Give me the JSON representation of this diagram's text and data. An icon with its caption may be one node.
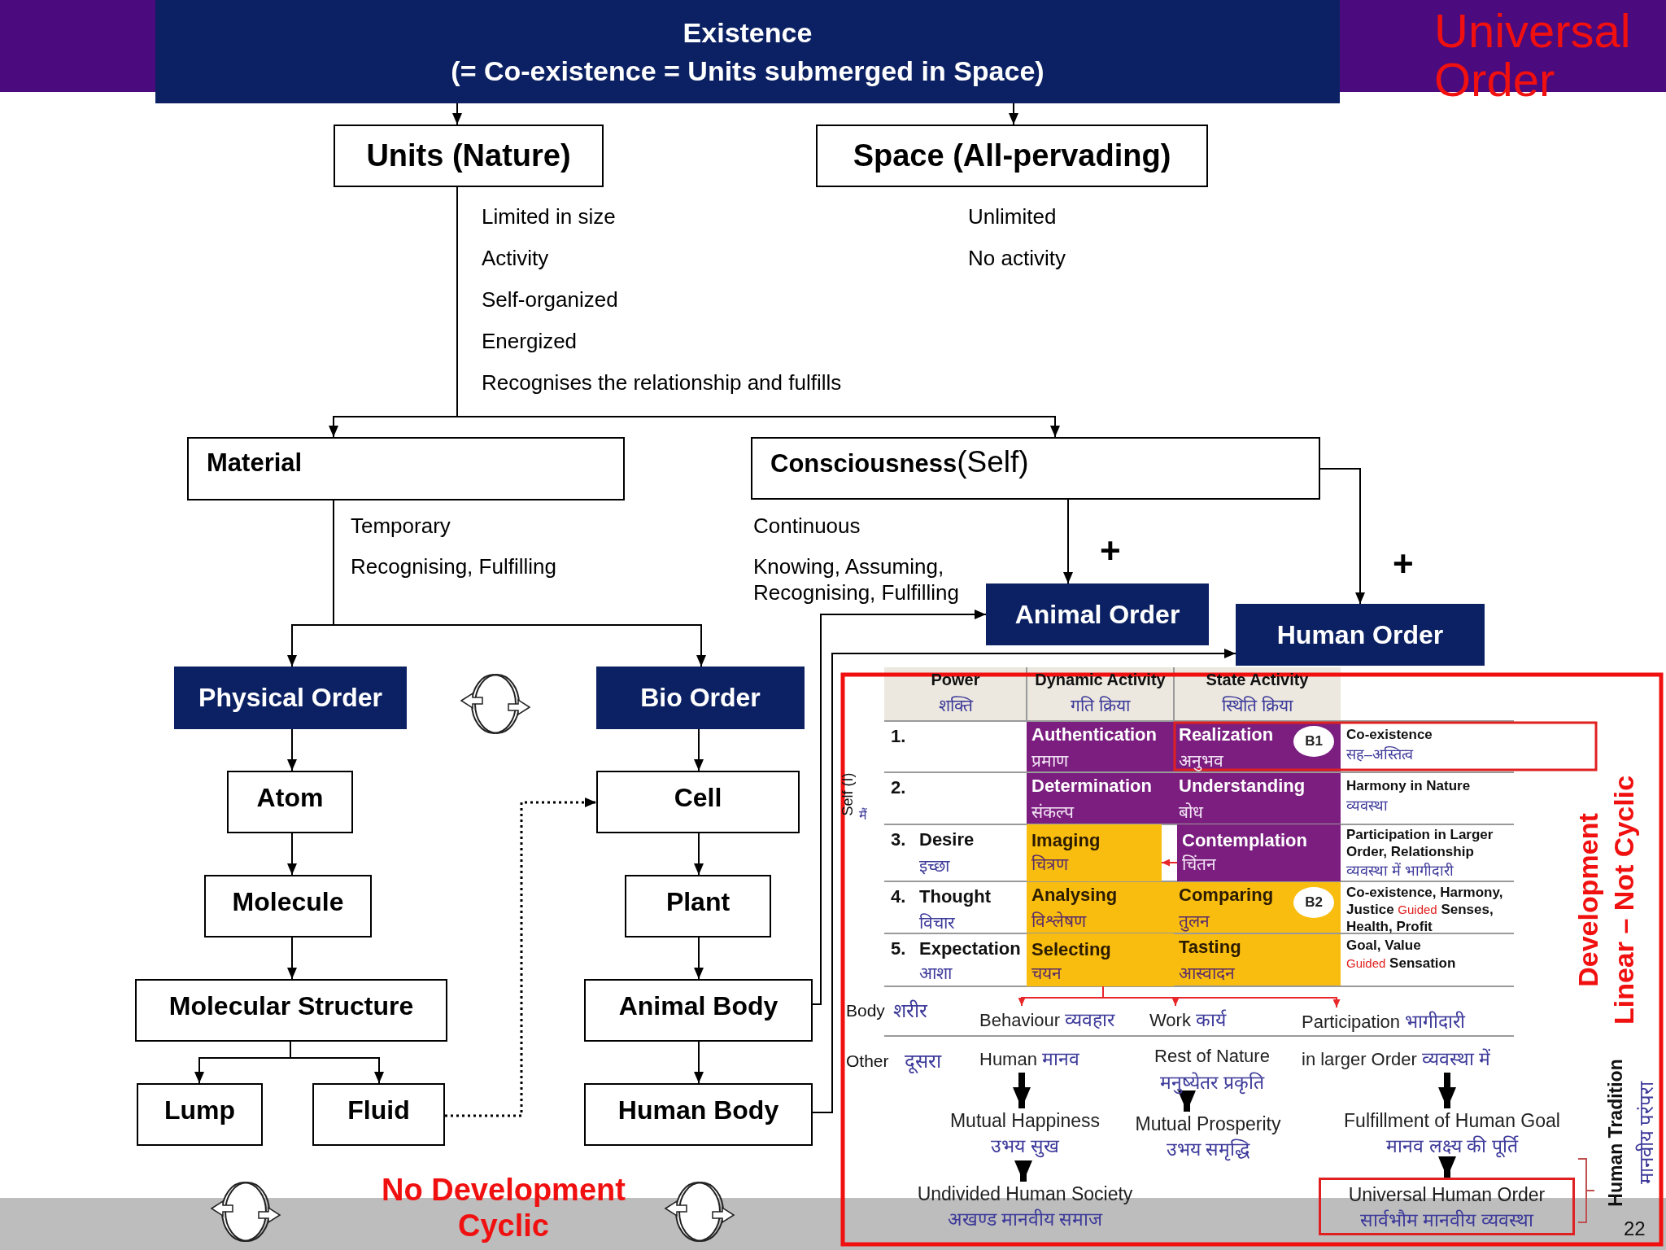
{
  "diagram": {
    "nodes": [
      {
        "text": [
          "Existence",
          "(= Co-existence = Units submerged in Space)"
        ]
      },
      {
        "text": [
          "Units (Nature)"
        ],
        "beside": [
          "Limited in size",
          "Activity",
          "Self-organized",
          "Energized",
          "Recognises the relationship and fulfills"
        ]
      },
      {
        "text": [
          "Space (All-pervading)"
        ],
        "beside": [
          "Unlimited",
          "No activity"
        ]
      },
      {
        "text": [
          "Material"
        ],
        "beside": [
          "Temporary",
          "Recognising, Fulfilling"
        ]
      },
      {
        "text": [
          "**Consciousness**(Self)"
        ],
        "beside": [
          "Continuous",
          "Knowing, Assuming, Recognising, Fulfilling"
        ]
      },
      {
        "text": [
          "Animal Order"
        ],
        "beside": [
          "+"
        ]
      },
      {
        "text": [
          "Human Order"
        ],
        "beside": [
          "+"
        ]
      },
      {
        "text": [
          "Physical Order"
        ]
      },
      {
        "text": [
          "Bio Order"
        ]
      },
      {
        "text": [
          "Atom"
        ]
      },
      {
        "text": [
          "Molecule"
        ]
      },
      {
        "text": [
          "Molecular Structure"
        ]
      },
      {
        "text": [
          "Lump"
        ]
      },
      {
        "text": [
          "Fluid"
        ]
      },
      {
        "text": [
          "Cell"
        ]
      },
      {
        "text": [
          "Plant"
        ]
      },
      {
        "text": [
          "Animal Body"
        ]
      },
      {
        "text": [
          "Human Body"
        ]
      },
      {
        "text": [
          "Imaging",
          "चित्रण"
        ]
      },
      {
        "text": [
          "Contemplation",
          "चिंतन"
        ]
      },
      {
        "text": [
          "Selecting",
          "चयन"
        ]
      },
      {
        "text": [
          "Behaviour",
          "व्यवहार"
        ]
      },
      {
        "text": [
          "Work",
          "कार्य"
        ]
      },
      {
        "text": [
          "Participation",
          "भागीदारी"
        ]
      },
      {
        "text": [
          "Human",
          "मानव"
        ]
      },
      {
        "text": [
          "Rest of Nature",
          "मनुष्येतर प्रकृति"
        ]
      },
      {
        "text": [
          "in larger Order",
          "व्यवस्था में"
        ]
      },
      {
        "text": [
          "Mutual Happiness",
          "उभय सुख"
        ]
      },
      {
        "text": [
          "Mutual Prosperity",
          "उभय समृद्धि"
        ]
      },
      {
        "text": [
          "Fulfillment of Human Goal",
          "मानव लक्ष्य की पूर्ति"
        ]
      },
      {
        "text": [
          "Undivided Human Society",
          "अखण्ड मानवीय समाज"
        ]
      },
      {
        "text": [
          "Universal Human Order",
          "सार्वभौम मानवीय व्यवस्था"
        ]
      }
    ],
    "edges": [
      {
        "from": 0,
        "to": 1,
        "arrow": "to"
      },
      {
        "from": 0,
        "to": 2,
        "arrow": "to"
      },
      {
        "from": 1,
        "to": 3,
        "arrow": "to"
      },
      {
        "from": 1,
        "to": 4,
        "arrow": "to"
      },
      {
        "from": 3,
        "to": 7,
        "arrow": "to"
      },
      {
        "from": 3,
        "to": 8,
        "arrow": "to"
      },
      {
        "from": 4,
        "to": 5,
        "arrow": "to"
      },
      {
        "from": 4,
        "to": 6,
        "arrow": "to"
      },
      {
        "from": 7,
        "to": 9,
        "arrow": "to"
      },
      {
        "from": 9,
        "to": 10,
        "arrow": "to"
      },
      {
        "from": 10,
        "to": 11,
        "arrow": "to"
      },
      {
        "from": 11,
        "to": 12,
        "arrow": "to"
      },
      {
        "from": 11,
        "to": 13,
        "arrow": "to"
      },
      {
        "from": 13,
        "to": 14,
        "arrow": "to",
        "style": "dashed"
      },
      {
        "from": 8,
        "to": 14,
        "arrow": "to"
      },
      {
        "from": 14,
        "to": 15,
        "arrow": "to"
      },
      {
        "from": 15,
        "to": 16,
        "arrow": "to"
      },
      {
        "from": 16,
        "to": 17,
        "arrow": "to"
      },
      {
        "from": 16,
        "to": 5,
        "arrow": "to"
      },
      {
        "from": 17,
        "to": 6,
        "arrow": "to"
      },
      {
        "from": 19,
        "to": 18,
        "arrow": "to",
        "color": "#e8272a"
      },
      {
        "from": 20,
        "to": 21,
        "arrow": "to",
        "color": "#e8272a"
      },
      {
        "from": 20,
        "to": 22,
        "arrow": "to",
        "color": "#e8272a"
      },
      {
        "from": 20,
        "to": 23,
        "arrow": "to",
        "color": "#e8272a"
      },
      {
        "from": 24,
        "to": 27,
        "arrow": "to",
        "style": "thick"
      },
      {
        "from": 25,
        "to": 28,
        "arrow": "to",
        "style": "thick"
      },
      {
        "from": 26,
        "to": 29,
        "arrow": "to",
        "style": "thick"
      },
      {
        "from": 27,
        "to": 30,
        "arrow": "to",
        "style": "thick"
      },
      {
        "from": 29,
        "to": 31,
        "arrow": "to",
        "style": "thick"
      }
    ],
    "labels": [
      "Universal Order",
      "Power",
      "शक्ति",
      "Dynamic Activity",
      "गति क्रिया",
      "State Activity",
      "स्थिति क्रिया",
      "Self (I)",
      "मैं",
      "1.",
      "Authentication",
      "प्रमाण",
      "Realization",
      "अनुभव",
      "B1",
      "Co-existence",
      "सह–अस्तित्व",
      "2.",
      "Determination",
      "संकल्प",
      "Understanding",
      "बोध",
      "Harmony in Nature",
      "व्यवस्था",
      "3.",
      "Desire",
      "इच्छा",
      "Participation in Larger Order, Relationship",
      "व्यवस्था में भागीदारी",
      "4.",
      "Thought",
      "विचार",
      "Analysing",
      "विश्लेषण",
      "Comparing",
      "तुलन",
      "B2",
      "Co-existence, Harmony, Justice",
      "Guided",
      "Senses, Health, Profit",
      "5.",
      "Expectation",
      "आशा",
      "Tasting",
      "आस्वादन",
      "Goal, Value",
      "Guided",
      "Sensation",
      "Body",
      "शरीर",
      "Other",
      "दूसरा",
      "Development Linear – Not Cyclic",
      "Human Tradition",
      "मानवीय परंपरा",
      "No Development Cyclic",
      "22"
    ]
  }
}
